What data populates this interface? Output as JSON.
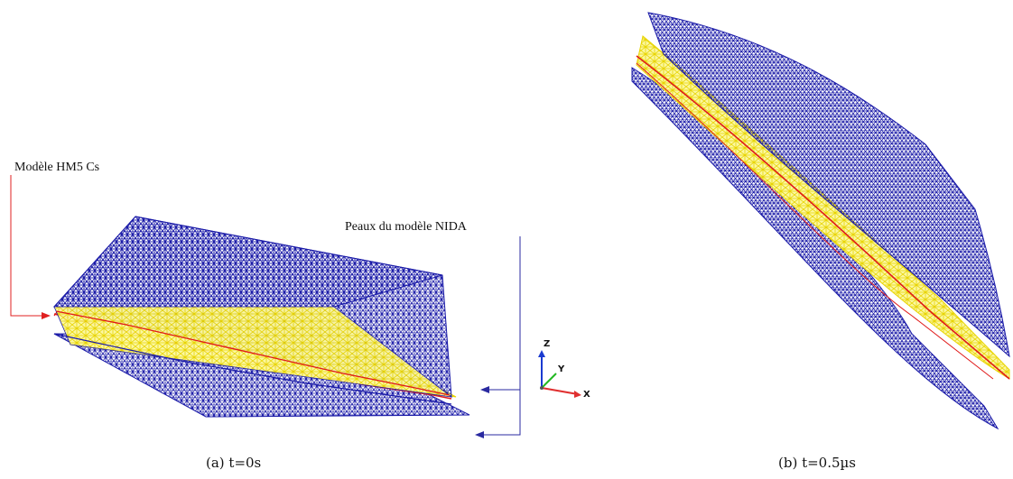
{
  "panel_a": {
    "label_model": "Modèle HM5 Cs",
    "label_skins": "Peaux du modèle NIDA",
    "caption": "(a) t=0s"
  },
  "panel_b": {
    "caption": "(b) t=0.5µs"
  },
  "triad": {
    "z": "Z",
    "y": "Y",
    "x": "X"
  },
  "colors": {
    "skin_mesh": "#1a1aa8",
    "core_mesh": "#f4f04a",
    "core_edge": "#e01a1a",
    "arrow_red": "#e02020",
    "arrow_blue": "#2a2aa0",
    "axis_z": "#1a3ad0",
    "axis_y": "#22b822",
    "axis_x": "#e03030"
  }
}
